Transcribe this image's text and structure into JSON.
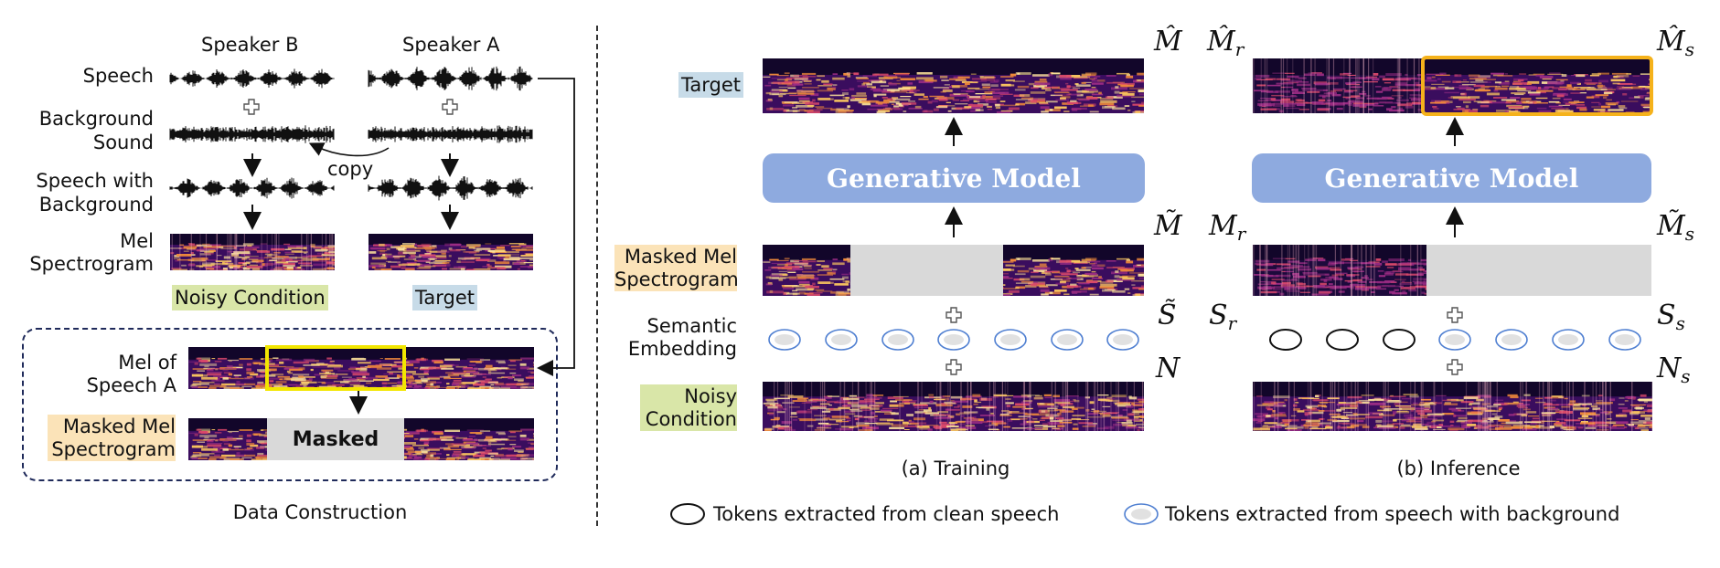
{
  "left": {
    "speaker_b": "Speaker B",
    "speaker_a": "Speaker A",
    "row_speech": "Speech",
    "row_background": [
      "Background",
      "Sound"
    ],
    "row_speech_bg": [
      "Speech with",
      "Background"
    ],
    "row_mel": [
      "Mel",
      "Spectrogram"
    ],
    "copy": "copy",
    "noisy_condition": "Noisy Condition",
    "target": "Target",
    "mel_of_speech_a": [
      "Mel of",
      "Speech A"
    ],
    "masked_mel": [
      "Masked Mel",
      "Spectrogram"
    ],
    "masked": "Masked",
    "caption": "Data Construction"
  },
  "training": {
    "target": "Target",
    "gm": "Generative Model",
    "masked_mel": [
      "Masked Mel",
      "Spectrogram"
    ],
    "semantic": [
      "Semantic",
      "Embedding"
    ],
    "noisy": [
      "Noisy",
      "Condition"
    ],
    "caption": "(a)  Training",
    "m_hat": "M̂",
    "m_tilde": "M̃",
    "s_tilde": "S̃",
    "n": "N"
  },
  "inference": {
    "gm": "Generative Model",
    "caption": "(b)  Inference",
    "mr_hat": "M̂",
    "ms_hat": "M̂",
    "mr": "M",
    "ms_tilde": "M̃",
    "sr": "S",
    "ss": "S",
    "ns": "N",
    "sub_r": "r",
    "sub_s": "s"
  },
  "legend": {
    "clean": "Tokens extracted from clean speech",
    "background": "Tokens extracted from speech with background"
  },
  "colors": {
    "gm_box": "#8eaadf",
    "highlight_yellow": "#f2e600",
    "highlight_orange": "#f5b21b",
    "token_blue": "#4f7fd1",
    "hl_green": "#d9e6a8",
    "hl_blue": "#c7dbe8",
    "hl_orange": "#fbe3b8"
  },
  "icons": [
    "plus-icon",
    "arrow-down-icon",
    "arrow-up-icon",
    "ellipse-token-icon",
    "waveform-icon",
    "spectrogram-image"
  ]
}
